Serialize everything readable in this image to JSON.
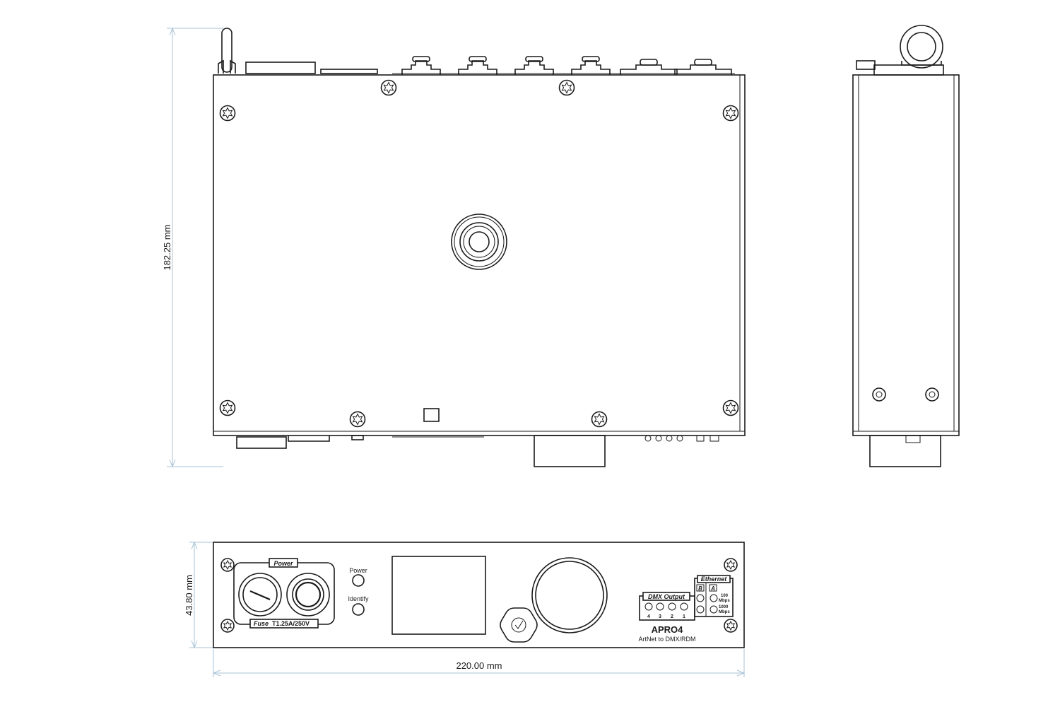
{
  "dimensions": {
    "height": "182.25 mm",
    "depth": "43.80 mm",
    "width": "220.00 mm"
  },
  "front_panel": {
    "power_box_label": "Power",
    "fuse_label": "Fuse",
    "fuse_rating": "T1.25A/250V",
    "power_led_label": "Power",
    "identify_led_label": "Identify",
    "dmx_output_label": "DMX Output",
    "dmx_ports": [
      "4",
      "3",
      "2",
      "1"
    ],
    "ethernet_label": "Ethernet",
    "ethernet_b": "B",
    "ethernet_a": "A",
    "speed_100": "100",
    "speed_1000": "1000",
    "mbps": "Mbps",
    "model": "APRO4",
    "model_subtitle": "ArtNet to DMX/RDM"
  }
}
